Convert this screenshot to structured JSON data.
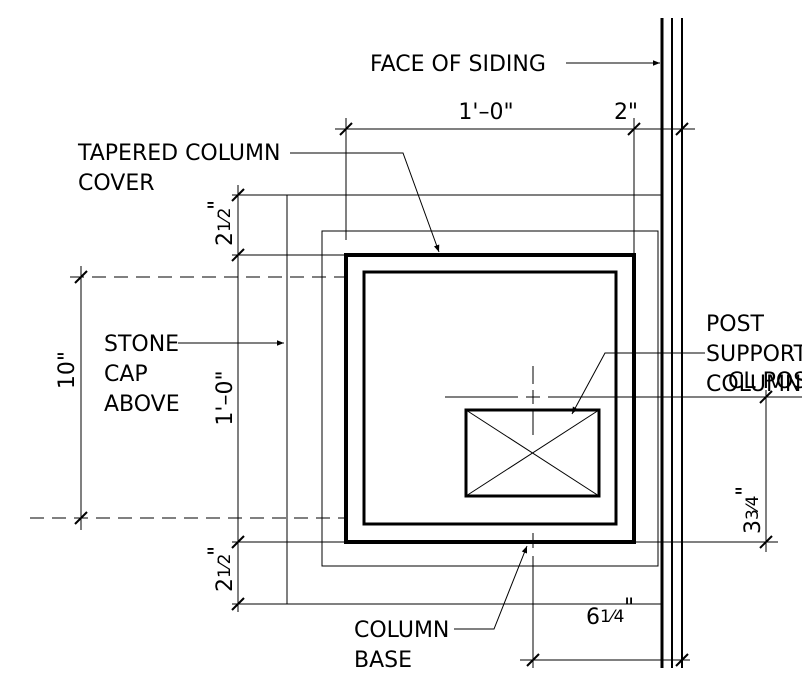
{
  "labels": {
    "face_of_siding": "FACE OF SIDING",
    "tapered_1": "TAPERED COLUMN",
    "tapered_2": "COVER",
    "stone_1": "STONE",
    "stone_2": "CAP",
    "stone_3": "ABOVE",
    "post_1": "POST",
    "post_2": "SUPPORT",
    "post_3": "COLUMN",
    "cl_post": "CL POST",
    "column_base_1": "COLUMN",
    "column_base_2": "BASE"
  },
  "dimensions": {
    "width_top": "1'–0\"",
    "gap_top": "2\"",
    "left_height": "10\"",
    "mid_height": "1'–0\"",
    "top_offset_whole": "2",
    "top_offset_frac": "1⁄2",
    "bottom_offset_whole": "2",
    "bottom_offset_frac": "1⁄2",
    "right_offset_whole": "3",
    "right_offset_frac": "3⁄4",
    "bottom_right_whole": "6",
    "bottom_right_frac": "1⁄4",
    "inch_mark": "\""
  }
}
